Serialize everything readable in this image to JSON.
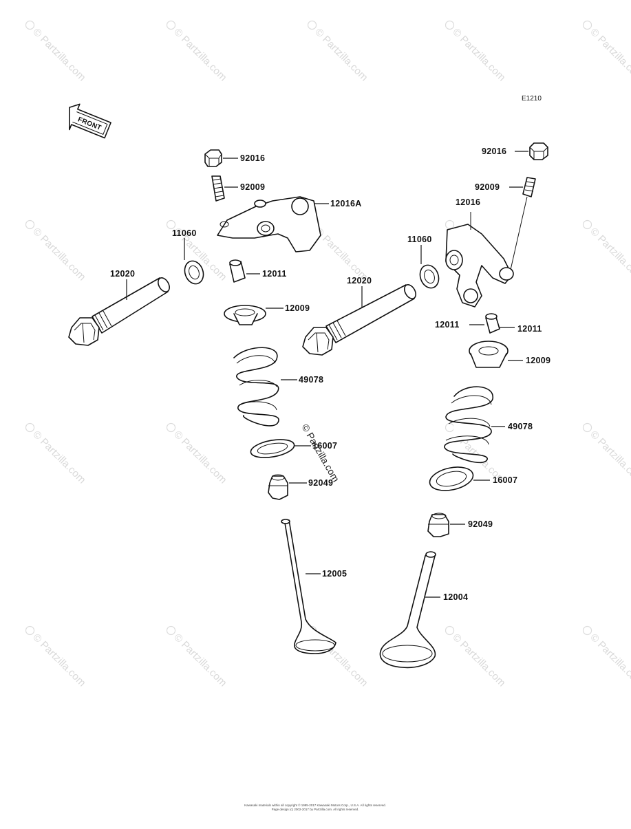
{
  "diagram": {
    "code": "E1210",
    "front_label": "FRONT",
    "watermark_text": "© Partzilla.com",
    "center_stamp": "© Partzilla.com",
    "footer_line1": "Kawasaki materials within all copyright © 1995-2017 Kawasaki Motors Corp., U.S.A. All rights reserved.",
    "footer_line2": "Page design (c) 2002-2017 by Partzilla.com. All rights reserved."
  },
  "callouts": {
    "nut_left": "92016",
    "stud_left": "92009",
    "rocker_left": "12016A",
    "collar_left": "11060",
    "shaft_left": "12020",
    "cotter_left": "12011",
    "retainer_left": "12009",
    "spring_left": "49078",
    "seat_left": "16007",
    "seal_left": "92049",
    "valve_left": "12005",
    "nut_right": "92016",
    "stud_right": "92009",
    "rocker_right": "12016",
    "collar_right": "11060",
    "shaft_right": "12020",
    "cotter_right_a": "12011",
    "cotter_right_b": "12011",
    "retainer_right": "12009",
    "spring_right": "49078",
    "seat_right": "16007",
    "seal_right": "92049",
    "valve_right": "12004"
  }
}
